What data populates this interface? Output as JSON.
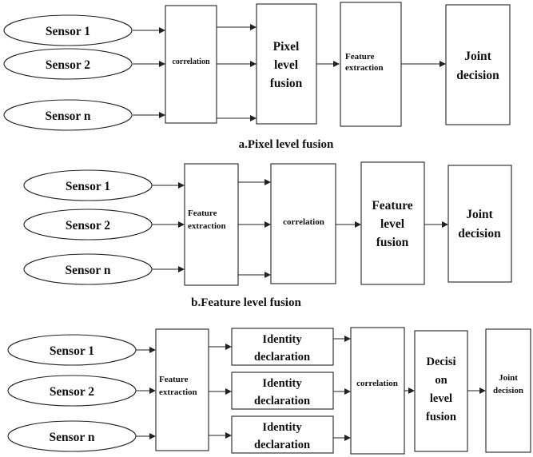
{
  "sections": {
    "pixel": {
      "caption": "a.Pixel level fusion",
      "sensors": [
        "Sensor 1",
        "Sensor 2",
        "Sensor n"
      ],
      "correlation": "correlation",
      "fusion": [
        "Pixel",
        "level",
        "fusion"
      ],
      "feature_extraction": [
        "Feature",
        "extraction"
      ],
      "joint_decision": [
        "Joint",
        "decision"
      ]
    },
    "feature": {
      "caption": "b.Feature level fusion",
      "sensors": [
        "Sensor 1",
        "Sensor 2",
        "Sensor n"
      ],
      "feature_extraction": [
        "Feature",
        "extraction"
      ],
      "correlation": "correlation",
      "fusion": [
        "Feature",
        "level",
        "fusion"
      ],
      "joint_decision": [
        "Joint",
        "decision"
      ]
    },
    "decision": {
      "sensors": [
        "Sensor 1",
        "Sensor 2",
        "Sensor n"
      ],
      "feature_extraction": [
        "Feature",
        "extraction"
      ],
      "identity": [
        [
          "Identity",
          "declaration"
        ],
        [
          "Identity",
          "declaration"
        ],
        [
          "Identity",
          "declaration"
        ]
      ],
      "correlation": "correlation",
      "fusion": [
        "Decisi",
        "on",
        "level",
        "fusion"
      ],
      "joint_decision": [
        "Joint",
        "decision"
      ]
    }
  }
}
